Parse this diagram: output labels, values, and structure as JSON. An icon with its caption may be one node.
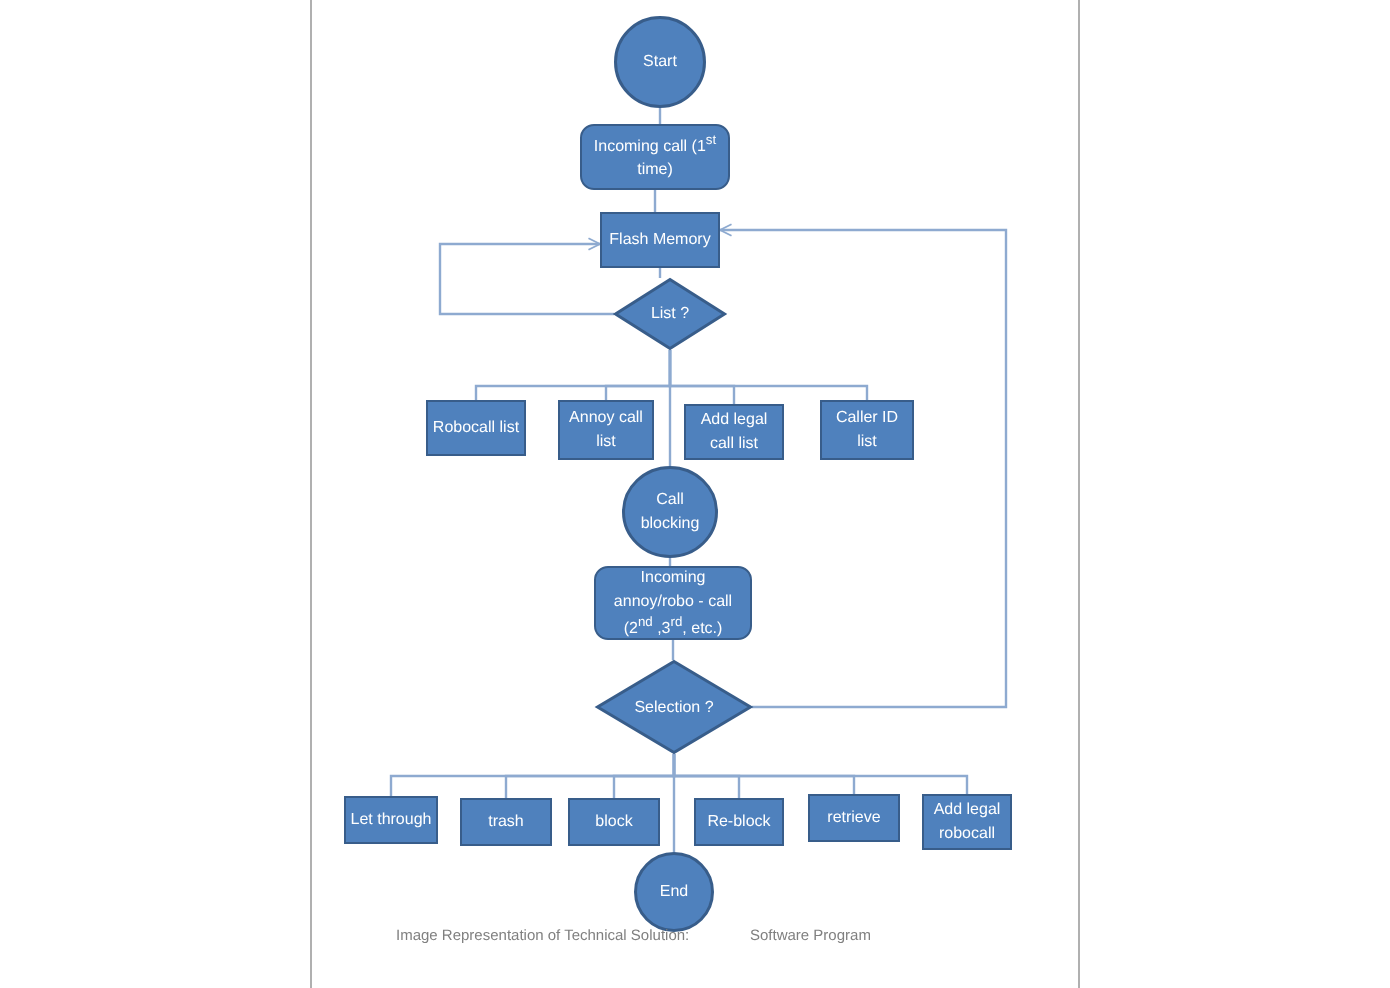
{
  "diagram": {
    "caption": "Image Representation of Technical Solution:",
    "nodes": [
      {
        "text": [
          "Start"
        ]
      },
      {
        "text": [
          "Incoming call (1$^{st}$ time)"
        ]
      },
      {
        "text": [
          "Flash Memory"
        ]
      },
      {
        "text": [
          "List ?"
        ]
      },
      {
        "text": [
          "Robocall list"
        ]
      },
      {
        "text": [
          "Annoy call list"
        ]
      },
      {
        "text": [
          "Add legal call list"
        ]
      },
      {
        "text": [
          "Caller ID list"
        ]
      },
      {
        "text": [
          "Call blocking"
        ]
      },
      {
        "text": [
          "Incoming annoy/robo - call (2$^{nd}$ ,3$^{rd}$, etc.)"
        ]
      },
      {
        "text": [
          "Selection ?"
        ]
      },
      {
        "text": [
          "Let through"
        ]
      },
      {
        "text": [
          "trash"
        ]
      },
      {
        "text": [
          "block"
        ]
      },
      {
        "text": [
          "Re-block"
        ]
      },
      {
        "text": [
          "retrieve"
        ]
      },
      {
        "text": [
          "Add legal robocall"
        ]
      },
      {
        "text": [
          "End"
        ]
      }
    ],
    "edges": [
      {
        "from": 0,
        "to": 1,
        "arrow": "none"
      },
      {
        "from": 1,
        "to": 2,
        "arrow": "none"
      },
      {
        "from": 2,
        "to": 3,
        "arrow": "none"
      },
      {
        "from": 3,
        "to": 2,
        "arrow": "to"
      },
      {
        "from": 3,
        "to": 4,
        "arrow": "none"
      },
      {
        "from": 3,
        "to": 5,
        "arrow": "none"
      },
      {
        "from": 3,
        "to": 6,
        "arrow": "none"
      },
      {
        "from": 3,
        "to": 7,
        "arrow": "none"
      },
      {
        "from": 3,
        "to": 8,
        "arrow": "none"
      },
      {
        "from": 8,
        "to": 9,
        "arrow": "none"
      },
      {
        "from": 9,
        "to": 10,
        "arrow": "none"
      },
      {
        "from": 10,
        "to": 2,
        "arrow": "to"
      },
      {
        "from": 10,
        "to": 11,
        "arrow": "none"
      },
      {
        "from": 10,
        "to": 12,
        "arrow": "none"
      },
      {
        "from": 10,
        "to": 13,
        "arrow": "none"
      },
      {
        "from": 10,
        "to": 14,
        "arrow": "none"
      },
      {
        "from": 10,
        "to": 15,
        "arrow": "none"
      },
      {
        "from": 10,
        "to": 16,
        "arrow": "none"
      },
      {
        "from": 10,
        "to": 17,
        "arrow": "none"
      }
    ],
    "labels": [
      "Software Program"
    ]
  }
}
